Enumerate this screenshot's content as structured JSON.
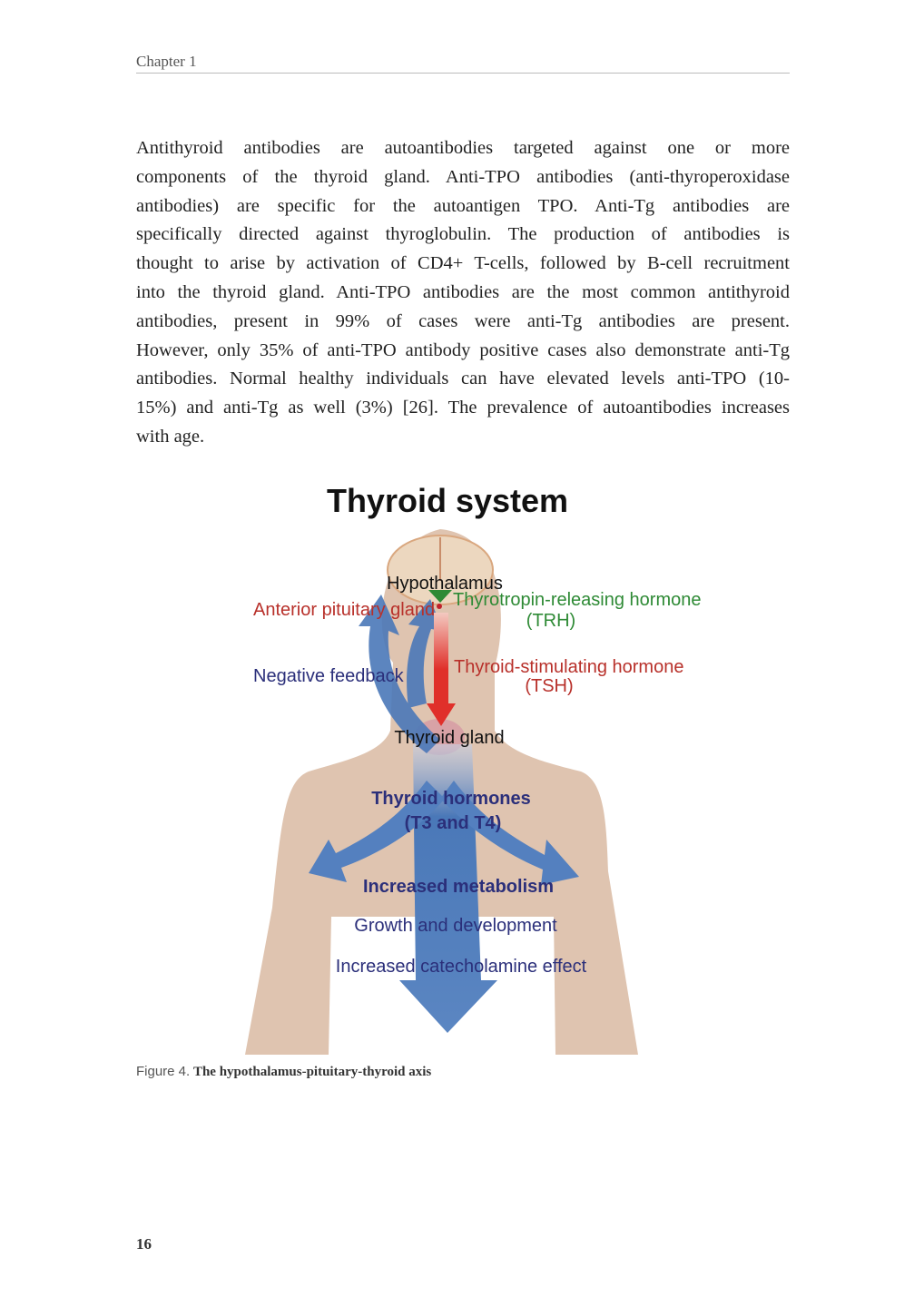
{
  "header": {
    "running_head": "Chapter 1"
  },
  "paragraph_lines": [
    "Antithyroid antibodies are autoantibodies targeted against one or more",
    "components of the thyroid gland. Anti-TPO antibodies (anti-thyroperoxidase",
    "antibodies) are specific for the autoantigen TPO. Anti-Tg antibodies are",
    "specifically directed against thyroglobulin. The production of antibodies is",
    "thought to arise by activation of CD4+ T-cells, followed by B-cell recruitment",
    "into the thyroid gland. Anti-TPO antibodies are the most common antithyroid",
    "antibodies, present in 99% of cases were anti-Tg antibodies are present.",
    "However, only 35% of anti-TPO antibody positive cases also demonstrate anti-Tg",
    "antibodies. Normal healthy individuals can have elevated levels anti-TPO (10-",
    "15%) and anti-Tg as well (3%) [26]. The prevalence of autoantibodies increases",
    "with age."
  ],
  "figure": {
    "title": "Thyroid system",
    "labels": {
      "hypothalamus": "Hypothalamus",
      "anterior_pituitary": "Anterior pituitary gland",
      "trh_line1": "Thyrotropin-releasing hormone",
      "trh_line2": "(TRH)",
      "negative_feedback": "Negative feedback",
      "tsh_line1": "Thyroid-stimulating hormone",
      "tsh_line2": "(TSH)",
      "thyroid_gland": "Thyroid gland",
      "hormones_line1": "Thyroid hormones",
      "hormones_line2": "(T3 and T4)",
      "effect1": "Increased metabolism",
      "effect2": "Growth and development",
      "effect3": "Increased catecholamine effect"
    },
    "colors": {
      "skin": "#dfc4b0",
      "blue": "#4a78b8",
      "red": "#e0302a",
      "green": "#2e8a35",
      "navy": "#2b2f7a",
      "darkred": "#b8302a"
    },
    "caption_number": "Figure 4.",
    "caption_text": "The hypothalamus-pituitary-thyroid axis"
  },
  "footer": {
    "page_number": "16"
  }
}
